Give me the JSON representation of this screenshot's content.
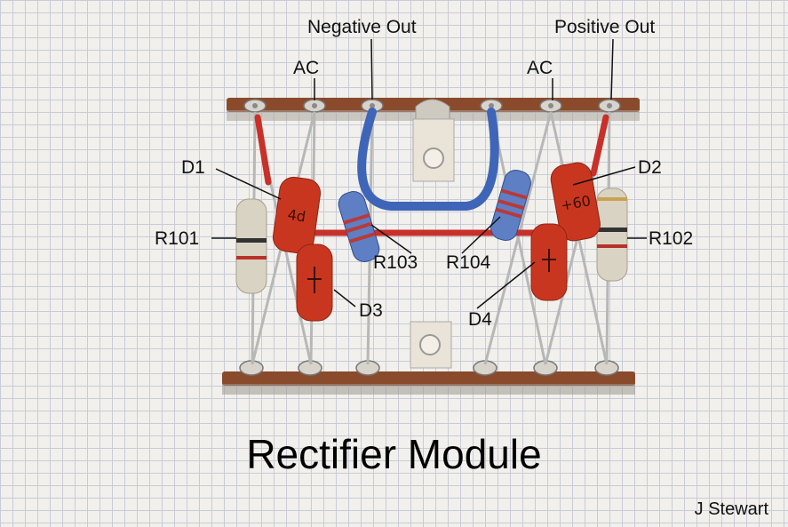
{
  "title": "Rectifier Module",
  "credit": "J Stewart",
  "labels": {
    "negative_out": "Negative Out",
    "positive_out": "Positive Out",
    "ac_left": "AC",
    "ac_right": "AC",
    "d1": "D1",
    "d2": "D2",
    "d3": "D3",
    "d4": "D4",
    "r101": "R101",
    "r102": "R102",
    "r103": "R103",
    "r104": "R104"
  },
  "component_markings": {
    "d1": "4d",
    "d2": "+60"
  },
  "colors": {
    "grid_paper": "#f1f0ec",
    "grid_lines": "#c9ccd6",
    "pcb_strip": "#8a4a2c",
    "diode_body": "#c9361f",
    "blue_resistor": "#5f7fc4",
    "power_resistor": "#d9d3c4",
    "blue_wire": "#3f65b8",
    "red_wire": "#c8302a",
    "lead_wire": "#b7b7b7"
  }
}
